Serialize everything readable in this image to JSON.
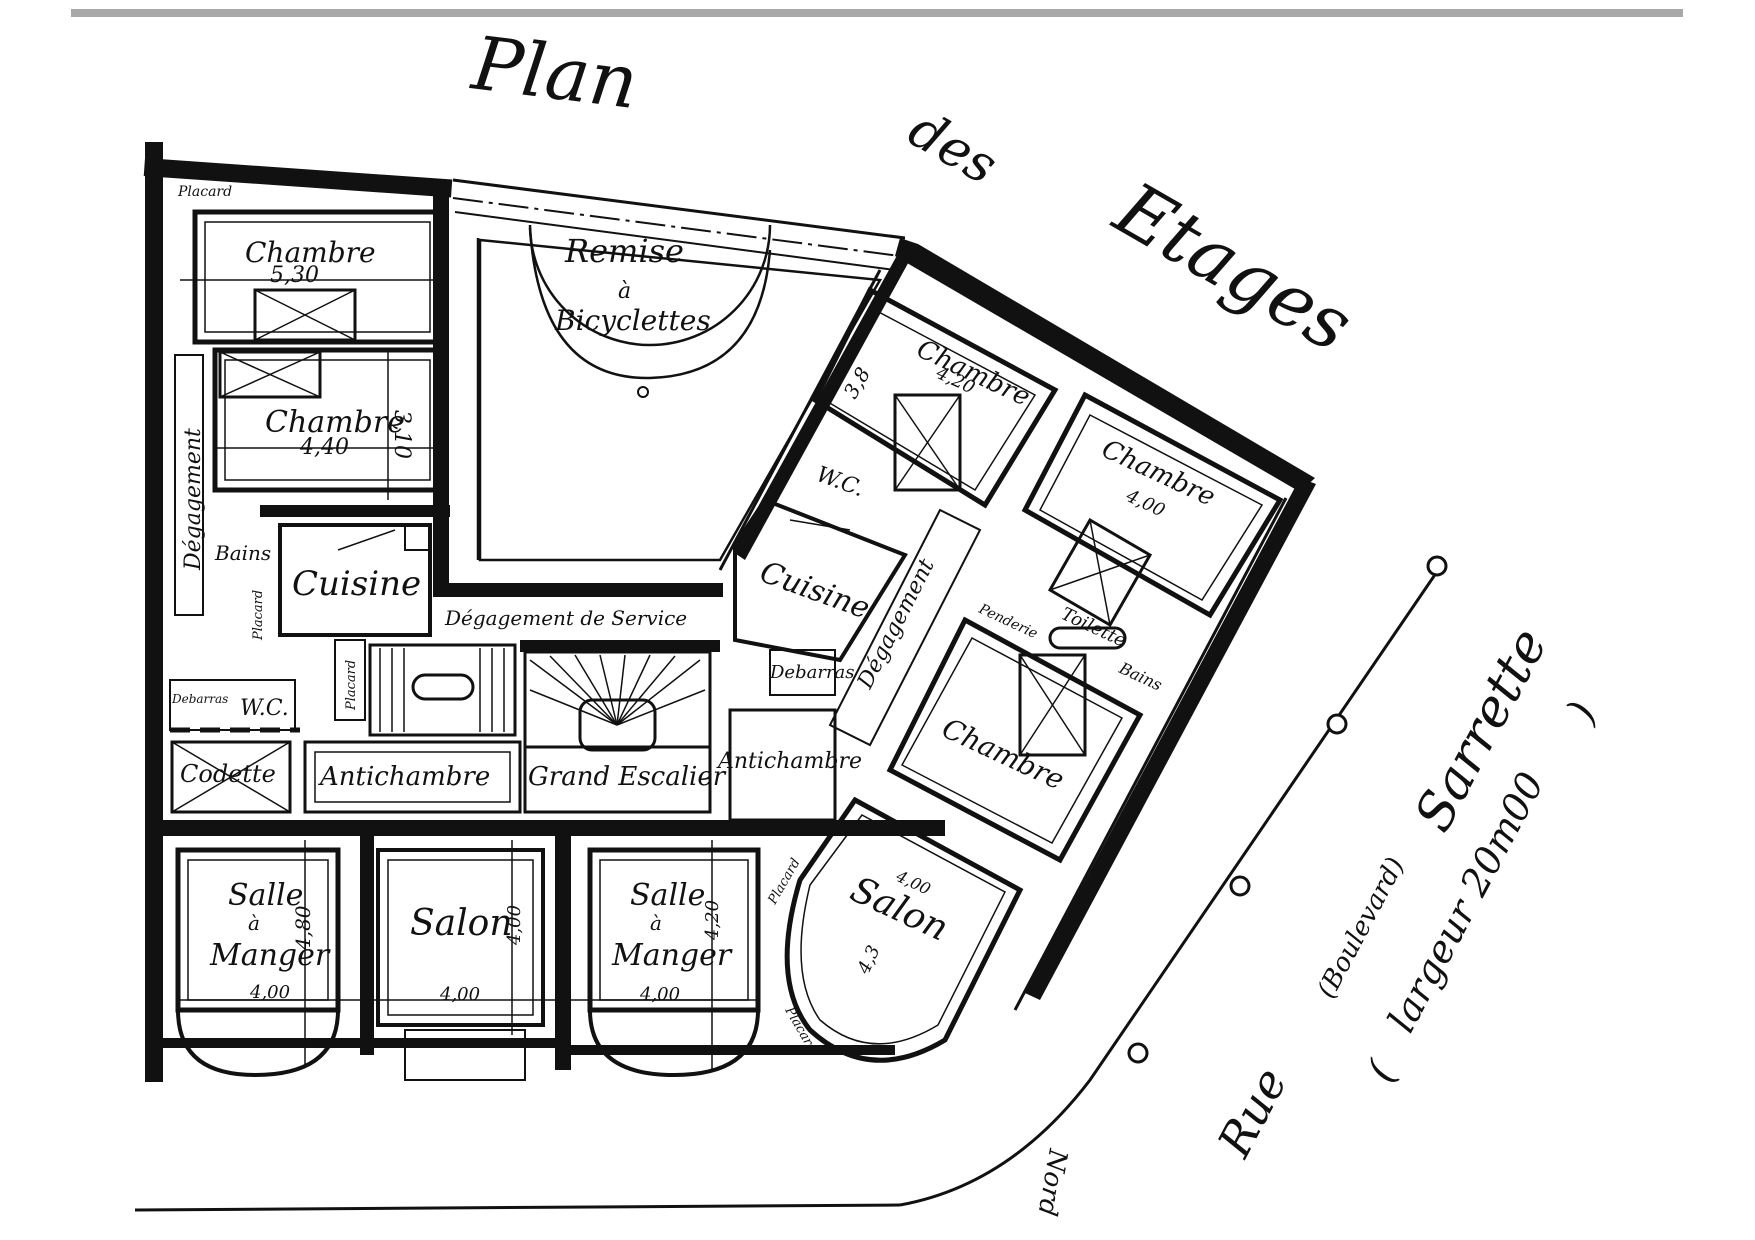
{
  "title": {
    "word1": "Plan",
    "word2": "des",
    "word3": "Etages"
  },
  "street": {
    "rue": "Rue",
    "boulevard": "(Boulevard)",
    "name": "Sarrette",
    "width_open": "(",
    "width_text": "largeur 20m00",
    "width_close": ")",
    "north": "Nord"
  },
  "rooms": {
    "chambre_tl": "Chambre",
    "chambre_ml": "Chambre",
    "remise": "Remise",
    "remise_a": "à",
    "remise_b": "Bicyclettes",
    "degagement_left": "Dégagement",
    "bains_left": "Bains",
    "placard_left": "Placard",
    "cuisine_left": "Cuisine",
    "degagement_service": "Dégagement de Service",
    "wc_left": "W.C.",
    "debarras_left": "Debarras",
    "placard_stair": "Placard",
    "codette": "Codette",
    "antichambre_left": "Antichambre",
    "grand_escalier": "Grand Escalier",
    "antichambre_right": "Antichambre",
    "debarras_right": "Debarras",
    "cuisine_right": "Cuisine",
    "degagement_right": "Dégagement",
    "wc_right": "W.C.",
    "chambre_tr1": "Chambre",
    "chambre_tr2": "Chambre",
    "toilette": "Toilette",
    "bains_right": "Bains",
    "penderie": "Penderie",
    "chambre_r": "Chambre",
    "salle1_a": "Salle",
    "salle1_b": "à",
    "salle1_c": "Manger",
    "salon_mid": "Salon",
    "salle2_a": "Salle",
    "salle2_b": "à",
    "salle2_c": "Manger",
    "salon_round": "Salon",
    "placard_r1": "Placard",
    "placard_r2": "Placard",
    "placard_tl": "Placard"
  },
  "dims": {
    "d530": "5,30",
    "d440": "4,40",
    "d310": "3,10",
    "d420": "4,20",
    "d380": "3,8",
    "d400_tr": "4,00",
    "d400_a": "4,00",
    "d400_b": "4,00",
    "d400_c": "4,00",
    "d480": "4,80",
    "d400_v": "4,00",
    "d420_v": "4,20",
    "d400_s": "4,00",
    "d430": "4,3"
  }
}
